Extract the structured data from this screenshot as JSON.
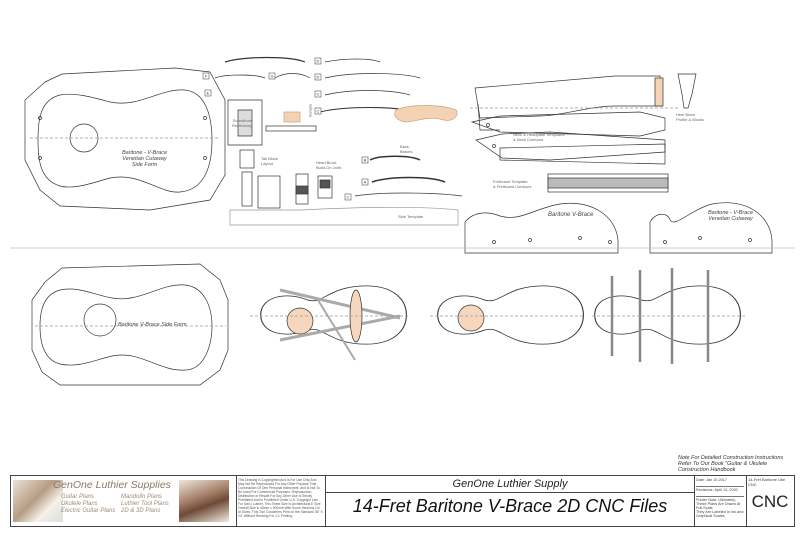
{
  "labels": {
    "side_form_top": "Baritone - V-Brace\nVenetian Cutaway\nSide Form",
    "side_form_bottom": "Baritone V-Brace Side Form",
    "soundhole_reinforcing": "Soundhole\nReinforcing",
    "tail_block_layout": "Tail Block\nLayout",
    "head_block_end_joint": "Head Block\nBuild-On Joint",
    "back_braces": "Back\nBraces",
    "side_template": "Side Template",
    "neck_headplate": "Neck & Headplate Templates\n& Neck Contours",
    "fretboard_templates": "Fretboard Template\n& Fretboard Contours",
    "heel_block": "Heel Block\nProfile & Blocks",
    "mold_right": "Baritone V-Brace",
    "mold_right_cutaway": "Baritone - V-Brace\nVenetian Cutaway",
    "letters": [
      "F",
      "E",
      "G",
      "D",
      "D",
      "C",
      "C",
      "B",
      "A",
      "B",
      "C"
    ],
    "small_label": "Sample"
  },
  "note": "Note For Detailed Construction Instructions Refer To Our Book \"Guitar & Ukulele Construction Handbook",
  "title_block": {
    "brand": "GenOne Luthier Supplies",
    "plans_col1": [
      "Guitar Plans",
      "Ukulele Plans",
      "Electric Guitar Plans"
    ],
    "plans_col2": [
      "Mandolin Plans",
      "Luthier Tool Plans",
      "2D & 3D Plans"
    ],
    "fine_print": "This Drawing Is Copyrighted And Is For Use Only And May Not Be Reproduced For Any Other Purpose That Construction Of One Personal Instrument, and Is Not To Be Used For Commercial Purposes. Reproduction, Distribution or Resale For Any Other Use Is Strictly Prohibited And Is Prohibited Under U.S. Copyright Law For Gen1 Luthier. This Sheet Size Is Architectural E Size Overall Size is 42mm x 900mm With Some Versions On At Sizes. This Tool Customers Print on the Standard 36\" X 24\" Without Resizing For 1:1 Printing.",
    "company": "GenOne Luthier Supply",
    "title": "14-Fret Baritone V-Brace 2D CNC Files",
    "meta": [
      "Date: Jan 15 2017",
      "Revisions: April 13, 2020",
      "Printer Note: Ultimately, These Plans Are Drawn At Full Scale",
      "They Are Labeled In Ink and Graphical Scales"
    ],
    "code_top": "14-Fret Baritone Uke CNC",
    "code": "CNC"
  },
  "colors": {
    "line": "#333333",
    "fill_pad": "#f6d7bd",
    "fill_wood": "#f3d3b4",
    "rail": "#bbbbbb"
  }
}
